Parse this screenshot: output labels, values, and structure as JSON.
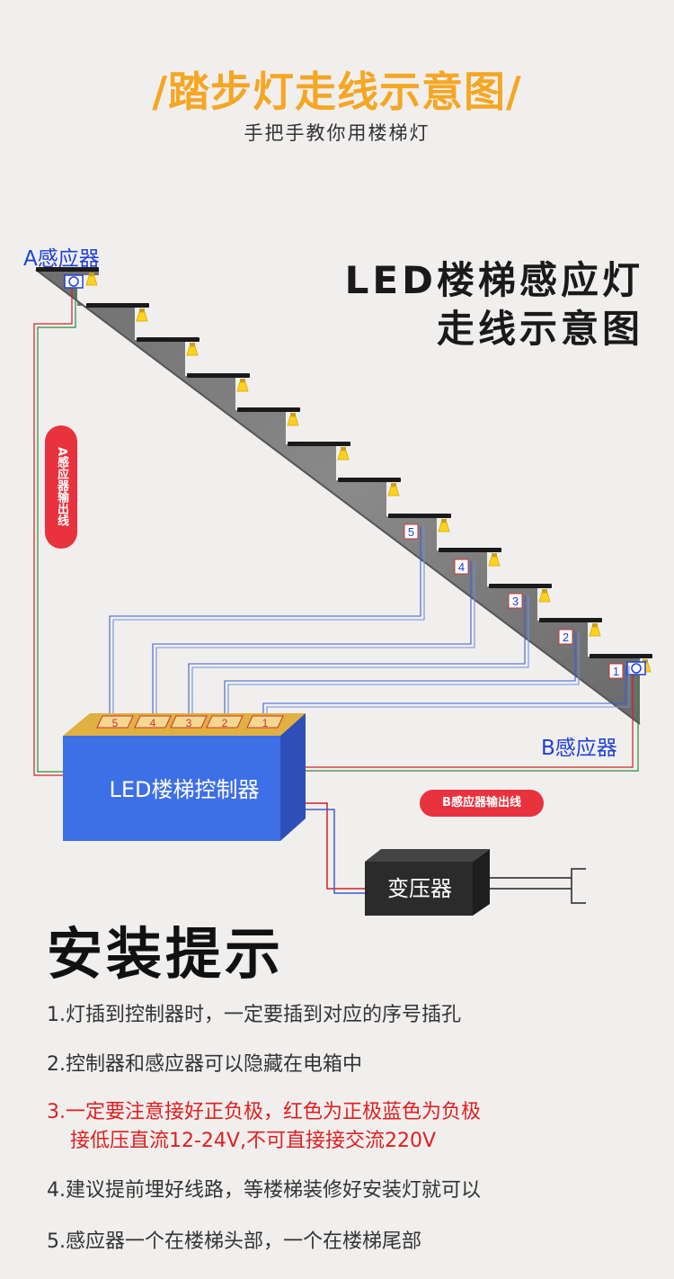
{
  "header": {
    "title": "踏步灯走线示意图",
    "subtitle": "手把手教你用楼梯灯"
  },
  "diagram": {
    "heading_line1": "LED楼梯感应灯",
    "heading_line2": "走线示意图",
    "sensor_a_label": "A感应器",
    "sensor_b_label": "B感应器",
    "a_output_label": "A感应器输出线",
    "b_output_label": "B感应器输出线",
    "controller_label": "LED楼梯控制器",
    "transformer_label": "变压器",
    "step_numbers": [
      "5",
      "4",
      "3",
      "2",
      "1"
    ],
    "port_numbers": [
      "5",
      "4",
      "3",
      "2",
      "1"
    ],
    "colors": {
      "title_orange": "#f5a623",
      "sensor_blue": "#1f3fd6",
      "badge_red": "#e8323e",
      "controller_blue": "#3d6fe6",
      "wire_red": "#d22020",
      "wire_blue": "#3a5fd0",
      "wire_green": "#2d8a3a"
    }
  },
  "install": {
    "title": "安装提示",
    "tips": [
      {
        "num": "1.",
        "line1": "灯插到控制器时，一定要插到对应的序号插孔"
      },
      {
        "num": "2.",
        "line1": "控制器和感应器可以隐藏在电箱中"
      },
      {
        "num": "3.",
        "line1": "一定要注意接好正负极，红色为正极蓝色为负极",
        "line2": "接低压直流12-24V,不可直接接交流220V"
      },
      {
        "num": "4.",
        "line1": "建议提前埋好线路，等楼梯装修好安装灯就可以"
      },
      {
        "num": "5.",
        "line1": "感应器一个在楼梯头部，一个在楼梯尾部"
      }
    ]
  }
}
